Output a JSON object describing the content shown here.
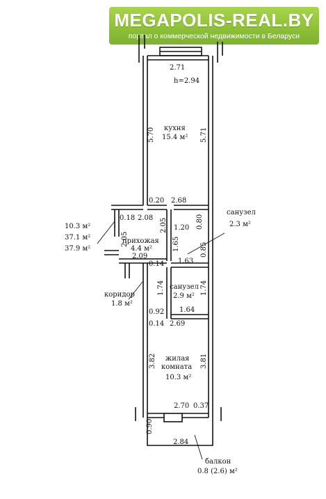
{
  "banner": {
    "logo": "MEGAPOLIS-REAL.BY",
    "tagline": "портал о коммерческой недвижимости в Беларуси",
    "background_color": "#8fc13a",
    "text_color": "#ffffff"
  },
  "dimensions": {
    "top_width": "2.71",
    "ceiling_height": "h=2.94",
    "kitchen_left": "5.70",
    "kitchen_right": "5.71",
    "seg_020": "0.20",
    "seg_268": "2.68",
    "seg_018": "0.18",
    "seg_208": "2.08",
    "seg_205_left": "2.05",
    "seg_205_mid": "2.05",
    "seg_120": "1.20",
    "seg_080": "0.80",
    "seg_165": "1.65",
    "seg_085": "0.85",
    "seg_209": "2.09",
    "seg_014_a": "0.14",
    "seg_163": "1.63",
    "seg_174_left": "1.74",
    "seg_174_right": "1.74",
    "seg_092": "0.92",
    "seg_164": "1.64",
    "seg_014_b": "0.14",
    "seg_269": "2.69",
    "seg_382": "3.82",
    "seg_381": "3.81",
    "seg_270": "2.70",
    "seg_037": "0.37",
    "seg_090": "0.90",
    "seg_284": "2.84"
  },
  "rooms": {
    "kitchen": {
      "name": "кухня",
      "area": "15.4 м²"
    },
    "hall": {
      "name": "прихожая",
      "area": "4.4 м²"
    },
    "bath_small": {
      "name": "санузел",
      "area": "2.9 м²"
    },
    "bath_callout": {
      "name": "санузел",
      "area": "2.3 м²"
    },
    "corridor": {
      "name": "коридор",
      "area": "1.8 м²"
    },
    "living": {
      "name_line1": "жилая",
      "name_line2": "комната",
      "area": "10.3 м²"
    },
    "balcony": {
      "name": "балкон",
      "area": "0.8 (2.6) м²"
    }
  },
  "totals": {
    "living": "10.3 м²",
    "total": "37.1 м²",
    "total_with_balcony": "37.9 м²"
  }
}
